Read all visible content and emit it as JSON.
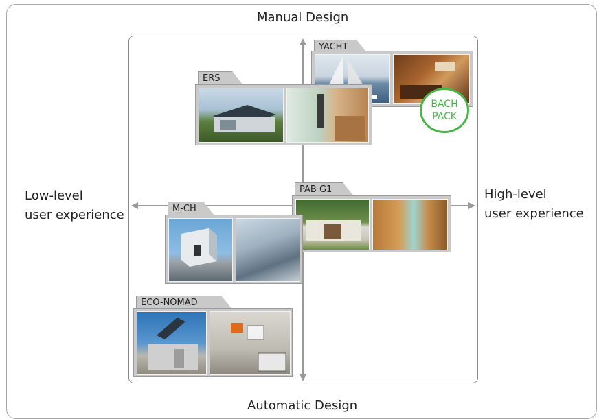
{
  "axes": {
    "top": "Manual Design",
    "bottom": "Automatic Design",
    "left_line1": "Low-level",
    "left_line2": "user experience",
    "right_line1": "High-level",
    "right_line2": "user experience"
  },
  "projects": {
    "yacht": "YACHT",
    "ers": "ERS",
    "pabg1": "PAB G1",
    "mch": "M-CH",
    "economad": "ECO-NOMAD"
  },
  "badge": {
    "line1": "BACH",
    "line2": "PACK"
  },
  "colors": {
    "axis": "#9a9a9a",
    "card": "#c9c9c9",
    "badge": "#48b548"
  }
}
